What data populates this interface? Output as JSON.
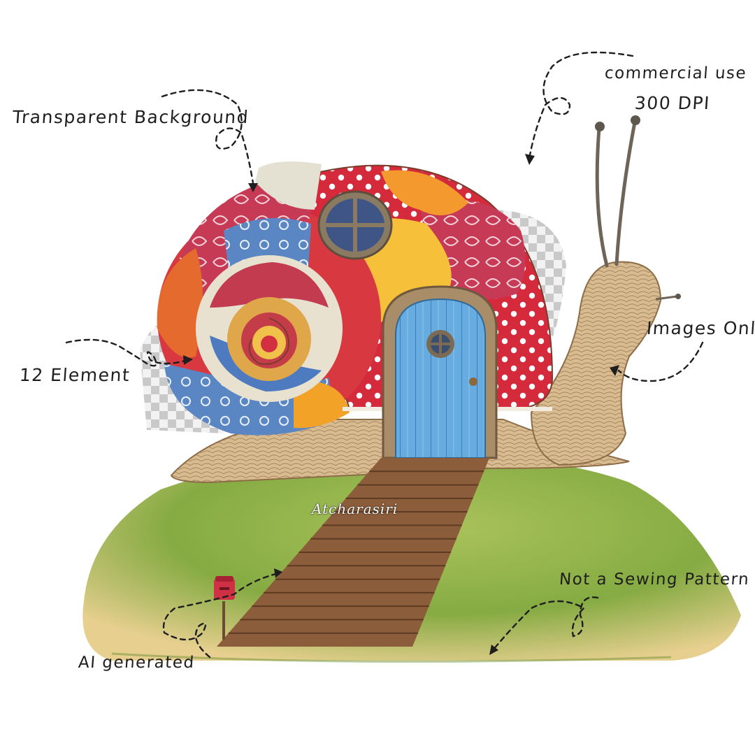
{
  "labels": {
    "transparent_background": "Transparent Background",
    "commercial_use": "commercial use",
    "dpi": "300 DPI",
    "images_only": "Images Only",
    "element_count": "12 Element",
    "not_sewing_pattern": "Not a Sewing Pattern",
    "ai_generated": "AI generated"
  },
  "watermark": "Atcharasiri",
  "colors": {
    "grass": "#8fb04a",
    "door": "#5fa7d6",
    "shell_red": "#d23040",
    "shell_orange": "#f29a2e",
    "shell_yellow": "#f6c23a",
    "shell_blue": "#3f68b0",
    "snail_body": "#d8b88c",
    "walkway": "#9b6a45"
  }
}
